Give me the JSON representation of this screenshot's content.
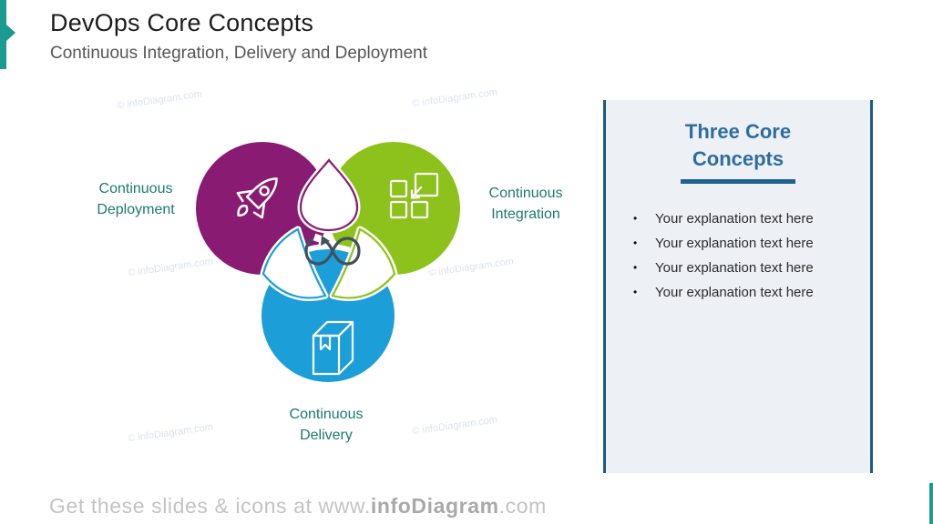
{
  "header": {
    "title": "DevOps Core Concepts",
    "subtitle": "Continuous Integration, Delivery and Deployment"
  },
  "venn": {
    "deployment": {
      "line1": "Continuous",
      "line2": "Deployment",
      "icon": "rocket-icon",
      "color": "#8A1B72"
    },
    "integration": {
      "line1": "Continuous",
      "line2": "Integration",
      "icon": "integration-modules-icon",
      "color": "#8DC21C"
    },
    "delivery": {
      "line1": "Continuous",
      "line2": "Delivery",
      "icon": "package-box-icon",
      "color": "#1C9ED9"
    },
    "center_icon": "infinity-loop-icon"
  },
  "panel": {
    "title_line1": "Three Core",
    "title_line2": "Concepts",
    "bullet": "•",
    "bullets": [
      "Your explanation text here",
      "Your explanation text here",
      "Your explanation text here",
      "Your explanation text here"
    ]
  },
  "footer": {
    "prefix": "Get these slides & icons at www.",
    "brand": "infoDiagram",
    "suffix": ".com"
  },
  "watermark": {
    "text": "© infoDiagram.com"
  },
  "colors": {
    "accent_teal": "#1A9A90",
    "label_teal": "#1B7A71",
    "purple": "#8A1B72",
    "green": "#8DC21C",
    "blue": "#1C9ED9",
    "infinity_gray": "#41505D",
    "panel_heading_blue": "#2E6DA1",
    "panel_border_blue": "#1E5A83",
    "panel_background": "#EDF0F4"
  }
}
